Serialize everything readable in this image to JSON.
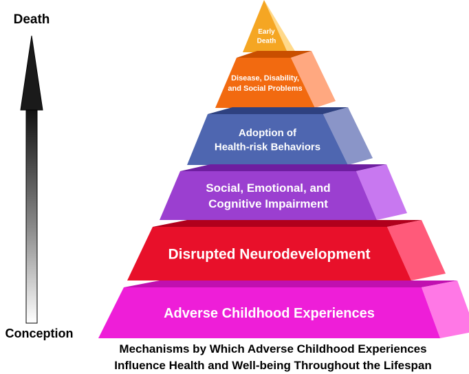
{
  "axis": {
    "top_label": "Death",
    "bottom_label": "Conception"
  },
  "pyramid": {
    "levels": [
      {
        "lines": [
          "Early",
          "Death"
        ],
        "front": "#F5A623",
        "side": "#FFD98A",
        "top": "#E08A00"
      },
      {
        "lines": [
          "Disease, Disability,",
          "and Social Problems"
        ],
        "front": "#F26A10",
        "side": "#FFA880",
        "top": "#C94F00"
      },
      {
        "lines": [
          "Adoption of",
          "Health-risk Behaviors"
        ],
        "front": "#4E66B0",
        "side": "#8A95C8",
        "top": "#2E4180"
      },
      {
        "lines": [
          "Social, Emotional, and",
          "Cognitive Impairment"
        ],
        "front": "#9B3FD0",
        "side": "#C878F0",
        "top": "#6E1EA0"
      },
      {
        "lines": [
          "Disrupted Neurodevelopment"
        ],
        "front": "#E8102A",
        "side": "#FF5A7A",
        "top": "#B0001C"
      },
      {
        "lines": [
          "Adverse Childhood Experiences"
        ],
        "front": "#EE1ED8",
        "side": "#FF78E6",
        "top": "#C010B0"
      }
    ]
  },
  "caption": {
    "line1": "Mechanisms by Which Adverse Childhood Experiences",
    "line2": "Influence Health and Well-being Throughout the Lifespan"
  }
}
